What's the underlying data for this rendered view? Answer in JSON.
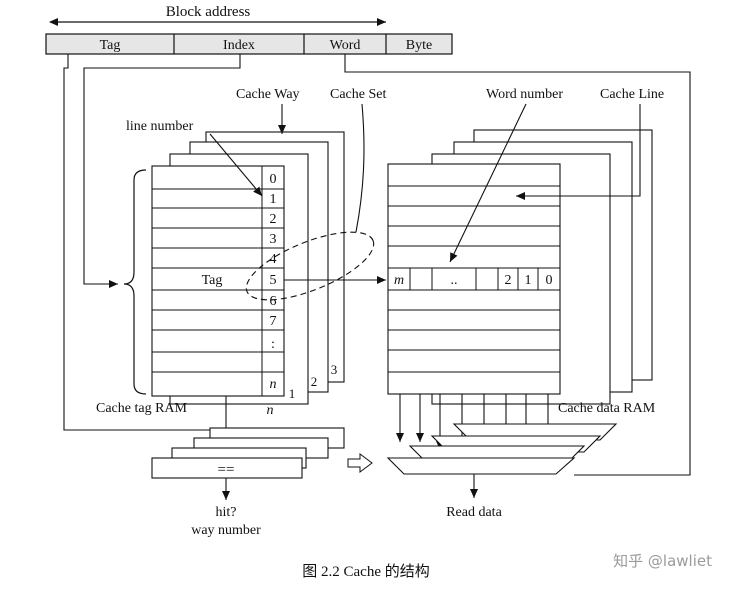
{
  "address": {
    "block_address_label": "Block address",
    "fields": [
      "Tag",
      "Index",
      "Word",
      "Byte"
    ]
  },
  "labels": {
    "cache_way": "Cache Way",
    "cache_set": "Cache Set",
    "line_number": "line number",
    "word_number": "Word number",
    "cache_line": "Cache Line",
    "tag_row": "Tag",
    "m_label": "m",
    "cache_tag_ram": "Cache tag RAM",
    "cache_data_ram": "Cache data RAM",
    "comparator": "==",
    "hit": "hit?",
    "way_number": "way number",
    "read_data": "Read data",
    "n_below": "n"
  },
  "tag_ram": {
    "rows": [
      "0",
      "1",
      "2",
      "3",
      "4",
      "5",
      "6",
      "7",
      ":",
      "n"
    ],
    "way_numbers": [
      "1",
      "2",
      "3"
    ]
  },
  "data_line": {
    "cells": [
      "..",
      "2",
      "1",
      "0"
    ]
  },
  "caption": "图 2.2   Cache 的结构",
  "watermark": "知乎 @lawliet"
}
